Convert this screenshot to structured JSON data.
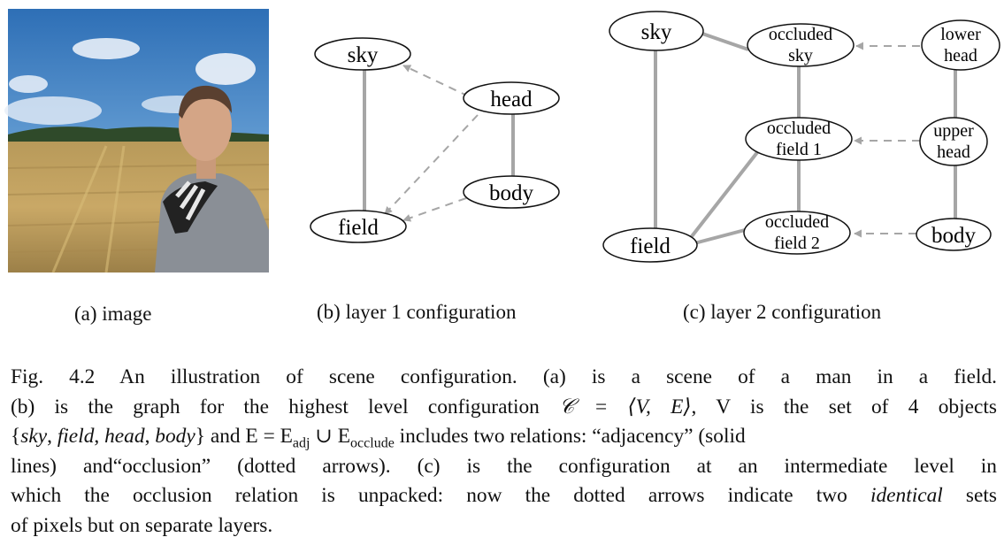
{
  "panels": {
    "a": {
      "caption": "(a) image"
    },
    "b": {
      "caption": "(b) layer 1 configuration",
      "nodes": {
        "sky": "sky",
        "head": "head",
        "body": "body",
        "field": "field"
      }
    },
    "c": {
      "caption": "(c) layer 2 configuration",
      "nodes": {
        "sky": "sky",
        "occ_sky": [
          "occluded",
          "sky"
        ],
        "lower_head": [
          "lower",
          "head"
        ],
        "occ_field1": [
          "occluded",
          "field 1"
        ],
        "upper_head": [
          "upper",
          "head"
        ],
        "field": "field",
        "occ_field2": [
          "occluded",
          "field 2"
        ],
        "body": "body"
      }
    }
  },
  "caption": {
    "line1": "Fig. 4.2 An illustration of scene configuration. (a) is a scene of a man in a field.",
    "line2_a": "(b) is the graph for the highest level configuration ",
    "line2_math": "𝒞 = ⟨V, E⟩",
    "line2_b": ", V is the set of 4 objects",
    "line3_open": "{",
    "line3_sky": "sky",
    "line3_c1": ", ",
    "line3_field": "field",
    "line3_c2": ", ",
    "line3_head": "head",
    "line3_c3": ", ",
    "line3_body": "body",
    "line3_close": "}",
    "line3_and": " and E = E",
    "line3_sub1": "adj",
    "line3_cup": " ∪ E",
    "line3_sub2": "occlude",
    "line3_rest": " includes two relations: “adjacency” (solid",
    "line4": "lines) and“occlusion” (dotted arrows). (c) is the configuration at an intermediate level in",
    "line5_a": "which the occlusion relation is unpacked: now the dotted arrows indicate two ",
    "line5_em": "identical",
    "line5_b": " sets",
    "line6": "of pixels but on separate layers."
  }
}
